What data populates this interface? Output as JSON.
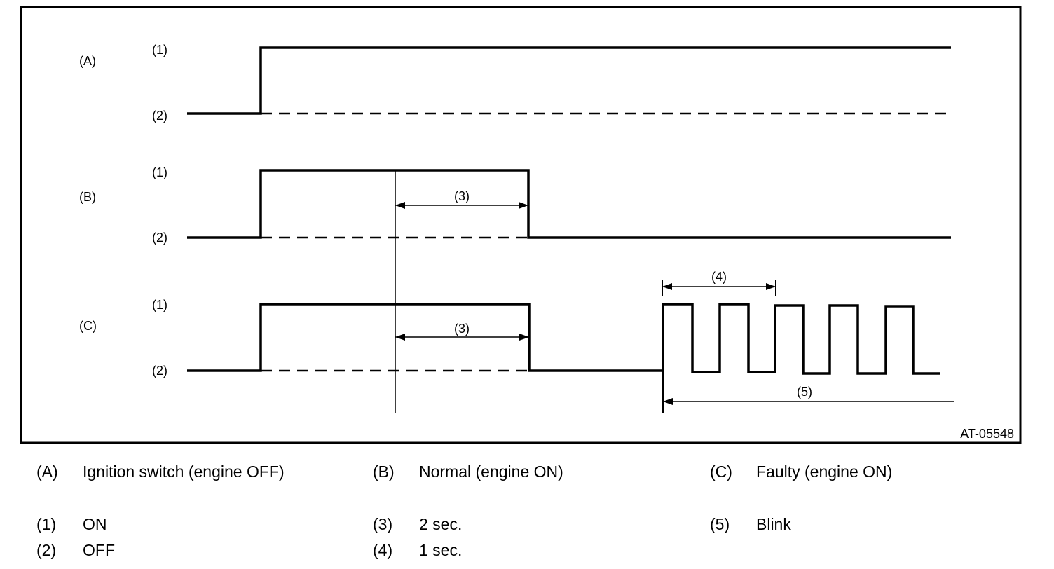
{
  "figure_id": "AT-05548",
  "rows": [
    {
      "key": "(A)",
      "on_label": "(1)",
      "off_label": "(2)"
    },
    {
      "key": "(B)",
      "on_label": "(1)",
      "off_label": "(2)"
    },
    {
      "key": "(C)",
      "on_label": "(1)",
      "off_label": "(2)"
    }
  ],
  "interval_labels": {
    "b_duration": "(3)",
    "c_duration": "(3)",
    "blink_period": "(4)",
    "blink_span": "(5)"
  },
  "legend": [
    {
      "key": "(A)",
      "text": "Ignition switch (engine OFF)"
    },
    {
      "key": "(B)",
      "text": "Normal (engine ON)"
    },
    {
      "key": "(C)",
      "text": "Faulty (engine ON)"
    },
    {
      "key": "(1)",
      "text": "ON"
    },
    {
      "key": "(3)",
      "text": "2 sec."
    },
    {
      "key": "(5)",
      "text": "Blink"
    },
    {
      "key": "(2)",
      "text": "OFF"
    },
    {
      "key": "(4)",
      "text": "1 sec."
    }
  ]
}
